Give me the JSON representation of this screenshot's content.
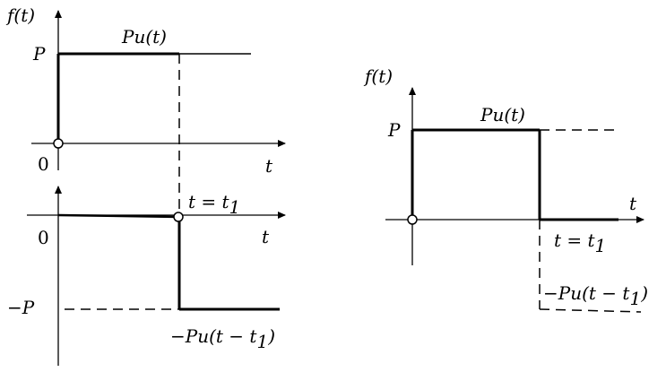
{
  "top_left": {
    "y_axis_label": "f(t)",
    "x_axis_label": "t",
    "level_label": "P",
    "origin_label": "0",
    "curve_label": "Pu(t)"
  },
  "bottom_left": {
    "x_axis_label": "t",
    "origin_label": "0",
    "level_label": "−P",
    "time_label": "t = t",
    "time_label_sub": "1",
    "curve_label": "−Pu(t − t",
    "curve_label_sub": "1",
    "curve_label_close": ")"
  },
  "right": {
    "y_axis_label": "f(t)",
    "x_axis_label": "t",
    "level_label": "P",
    "curve_label": "Pu(t)",
    "time_label": "t = t",
    "time_label_sub": "1",
    "curve_label2": "−Pu(t − t",
    "curve_label2_sub": "1",
    "curve_label2_close": ")"
  }
}
